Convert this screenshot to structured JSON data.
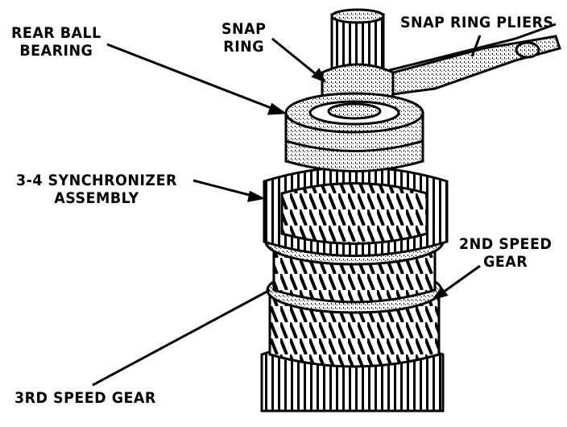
{
  "figure": {
    "subject": "Transmission output shaft with gears and snap ring pliers",
    "colors": {
      "ink": "#000000",
      "paper": "#ffffff"
    }
  },
  "labels": {
    "rear_ball_bearing": [
      "REAR BALL",
      "BEARING"
    ],
    "snap_ring": [
      "SNAP",
      "RING"
    ],
    "snap_ring_pliers": "SNAP RING PLIERS",
    "synchronizer": [
      "3-4 SYNCHRONIZER",
      "ASSEMBLY"
    ],
    "second_speed_gear": [
      "2ND SPEED",
      "GEAR"
    ],
    "third_speed_gear": "3RD SPEED GEAR"
  }
}
